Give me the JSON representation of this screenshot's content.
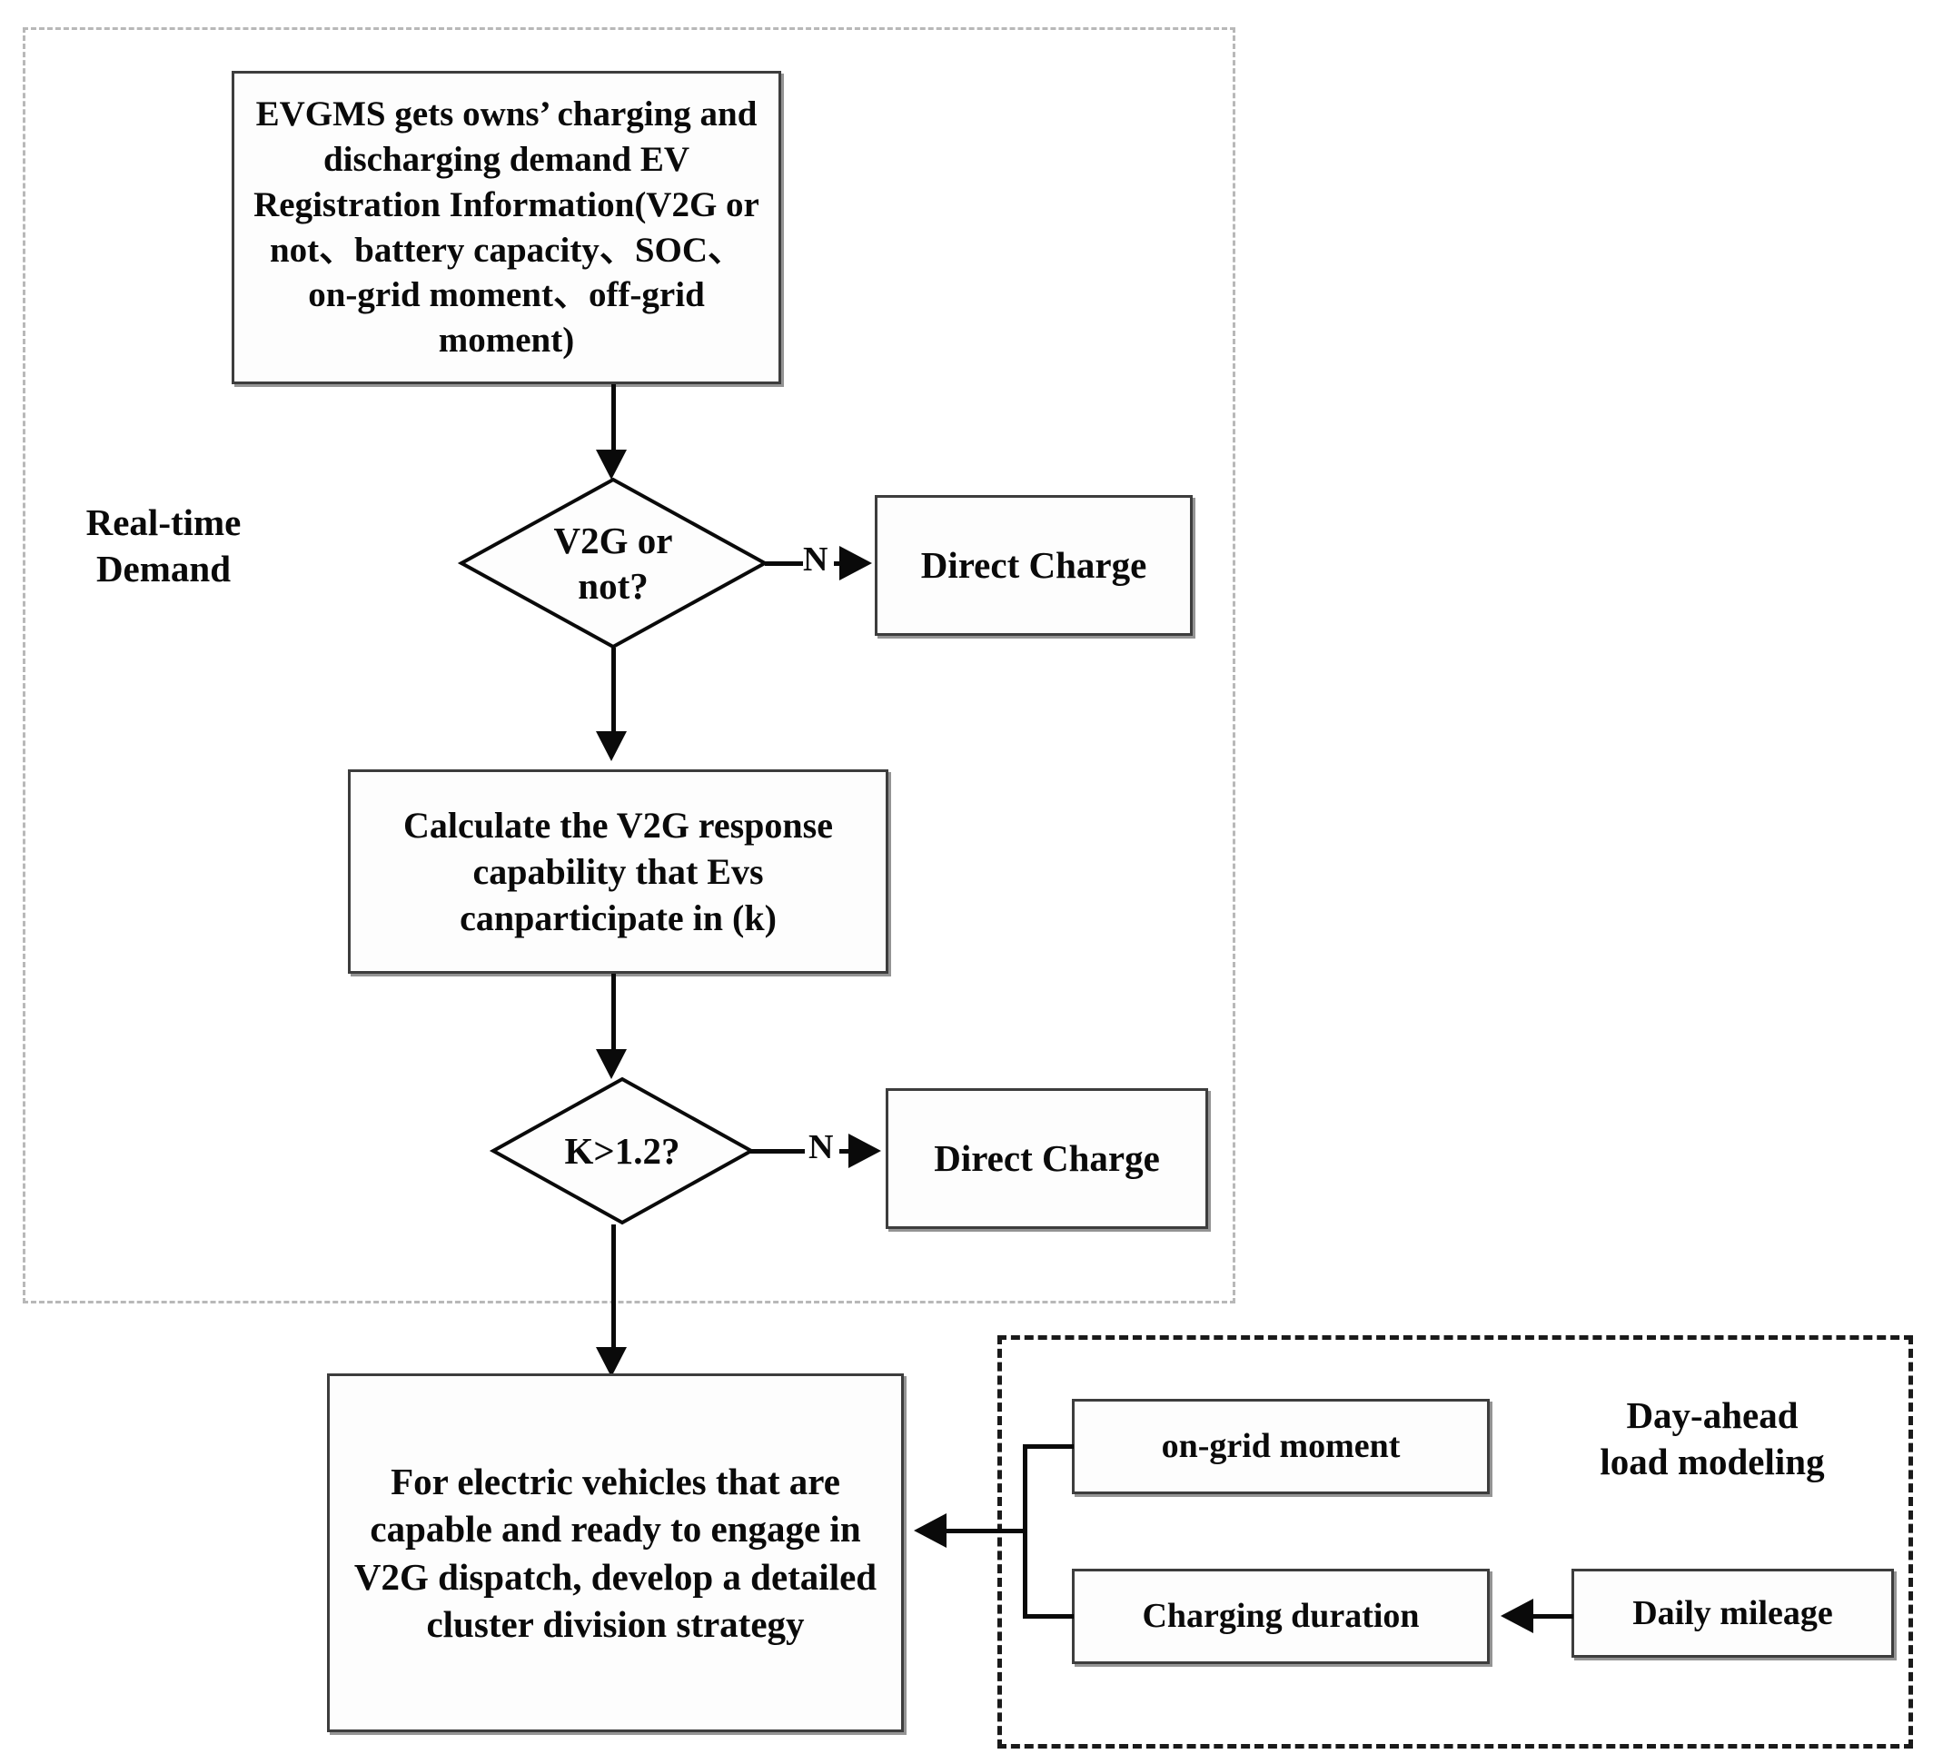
{
  "diagram": {
    "title": "EV V2G dispatch decision flowchart",
    "regions": [
      {
        "key": "realtime",
        "label": "Real-time\nDemand",
        "label_line1": "Real-time",
        "label_line2": "Demand",
        "border_color": "#b8b8b8",
        "border_style": "dashed"
      },
      {
        "key": "dayahead",
        "label": "Day-ahead\nload modeling",
        "label_line1": "Day-ahead",
        "label_line2": "load modeling",
        "border_color": "#1a1a1a",
        "border_style": "dashed"
      }
    ],
    "nodes": {
      "evgms": "EVGMS gets owns’ charging and discharging demand EV Registration Information(V2G or not、battery capacity、SOC、on-grid moment、off-grid moment)",
      "v2g_decision": {
        "line1": "V2G or",
        "line2": "not?"
      },
      "direct_charge_1": "Direct Charge",
      "calculate_capability": "Calculate the V2G response capability that Evs canparticipate in (k)",
      "k_decision": "K>1.2?",
      "direct_charge_2": "Direct Charge",
      "cluster_strategy": "For electric vehicles that are capable and ready to engage in V2G dispatch, develop a detailed cluster division strategy",
      "on_grid_moment": "on-grid moment",
      "charging_duration": "Charging duration",
      "daily_mileage": "Daily mileage"
    },
    "edge_labels": {
      "v2g_no": "N",
      "k_no": "N"
    },
    "colors": {
      "stroke": "#0a0a0a",
      "node_border": "#3d3d3d",
      "region_realtime_border": "#b8b8b8",
      "region_dayahead_border": "#1a1a1a",
      "background": "#ffffff"
    }
  }
}
